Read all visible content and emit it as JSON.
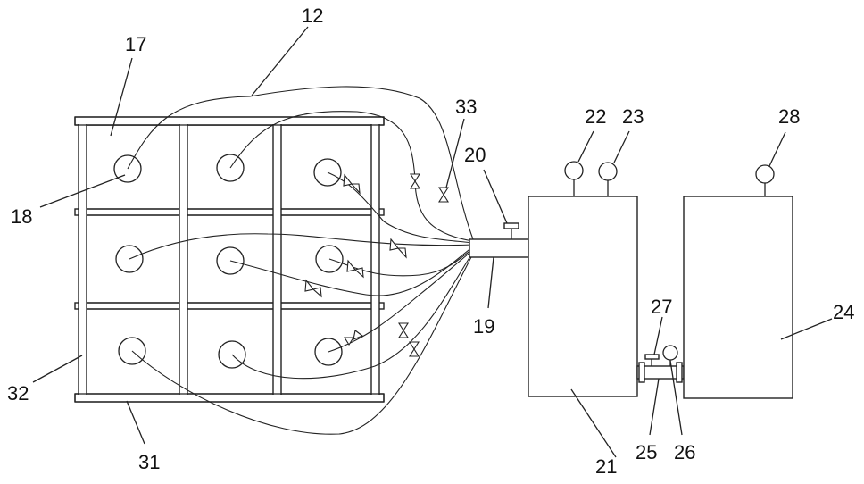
{
  "labels": {
    "l12": "12",
    "l17": "17",
    "l18": "18",
    "l19": "19",
    "l20": "20",
    "l21": "21",
    "l22": "22",
    "l23": "23",
    "l24": "24",
    "l25": "25",
    "l26": "26",
    "l27": "27",
    "l28": "28",
    "l31": "31",
    "l32": "32",
    "l33": "33"
  }
}
